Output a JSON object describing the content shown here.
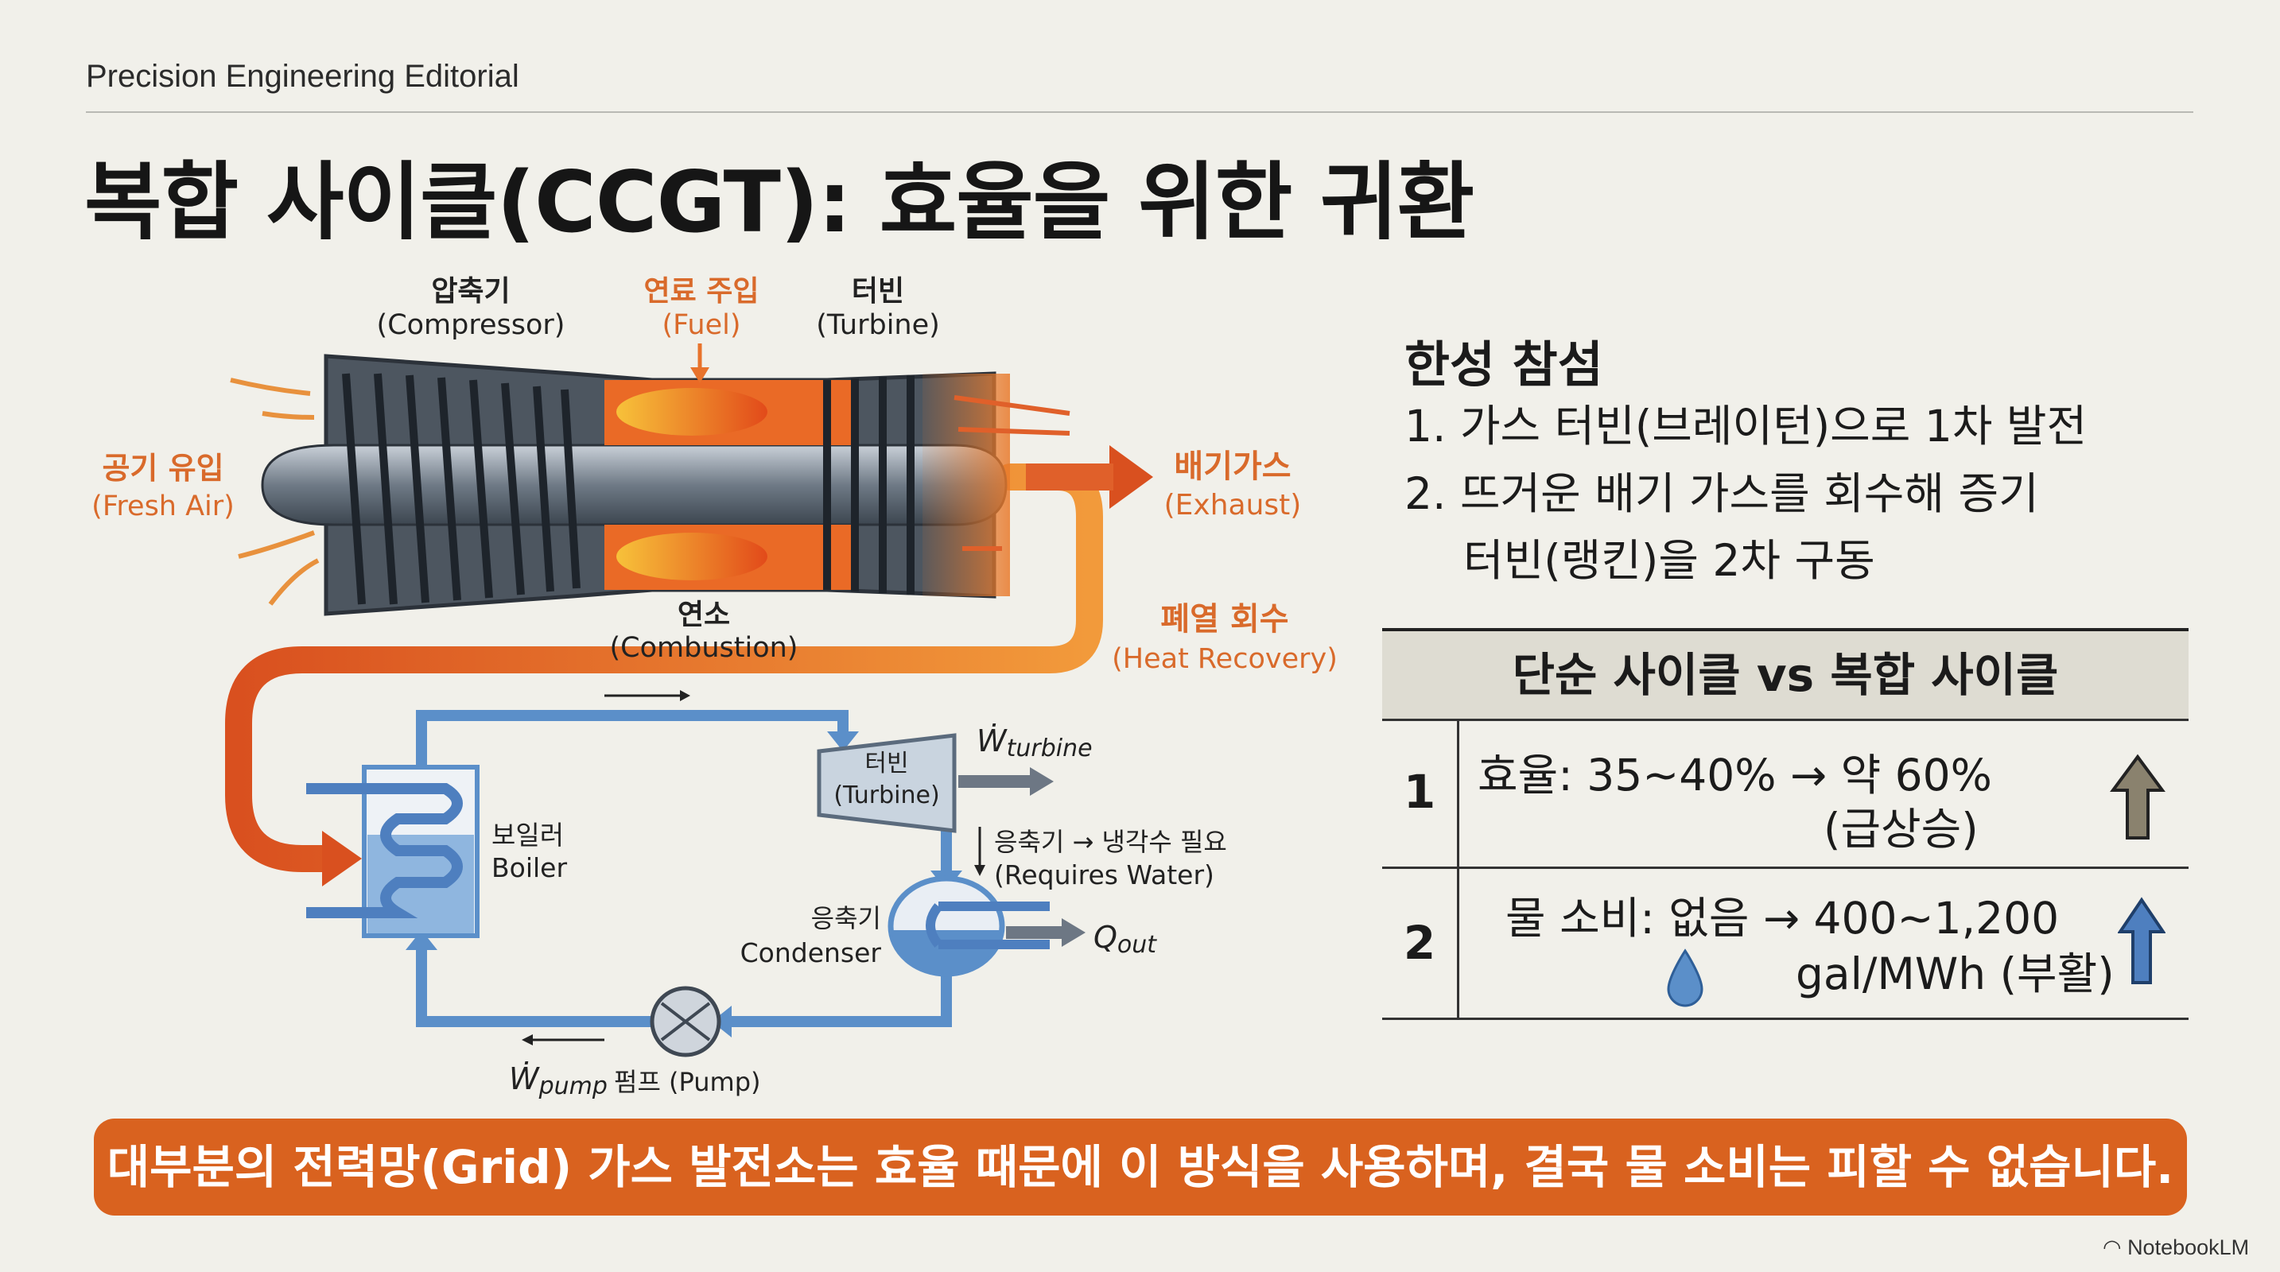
{
  "header": {
    "brand": "Precision Engineering Editorial",
    "title": "복합 사이클(CCGT): 효율을 위한 귀환"
  },
  "diagram": {
    "compressor_ko": "압축기",
    "compressor_en": "(Compressor)",
    "fuel_ko": "연료 주입",
    "fuel_en": "(Fuel)",
    "turbine_ko": "터빈",
    "turbine_en": "(Turbine)",
    "air_ko": "공기 유입",
    "air_en": "(Fresh Air)",
    "exhaust_ko": "배기가스",
    "exhaust_en": "(Exhaust)",
    "combustion_ko": "연소",
    "combustion_en": "(Combustion)",
    "recovery_ko": "폐열 회수",
    "recovery_en": "(Heat Recovery)",
    "boiler_ko": "보일러",
    "boiler_en": "Boiler",
    "steam_turbine_ko": "터빈",
    "steam_turbine_en": "(Turbine)",
    "w_turbine": "turbine",
    "condenser_ko": "응축기",
    "condenser_en": "Condenser",
    "cooling_note_ko": "응축기 → 냉각수 필요",
    "cooling_note_en": "(Requires Water)",
    "q_out": "out",
    "w_pump": "pump",
    "pump_label": "펌프 (Pump)"
  },
  "notes": {
    "title": "한성 참섬",
    "item1": "1.  가스 터빈(브레이턴)으로 1차 발전",
    "item2a": "2.  뜨거운 배기 가스를 회수해 증기",
    "item2b": "터빈(랭킨)을 2차 구동"
  },
  "table": {
    "header": "단순 사이클 vs 복합 사이클",
    "rows": [
      {
        "num": "1",
        "line1": "효율: 35~40% → 약 60%",
        "line2": "(급상승)",
        "icon": "up-arrow-icon"
      },
      {
        "num": "2",
        "line1": "물 소비: 없음 → 400~1,200",
        "line2": "gal/MWh (부활)",
        "icon": "up-arrow-icon"
      }
    ]
  },
  "banner": "대부분의 전력망(Grid) 가스 발전소는 효율 때문에 이 방식을 사용하며, 결국 물 소비는 피할 수 없습니다.",
  "logo": "NotebookLM",
  "colors": {
    "accent": "#d9621f",
    "water": "#5b8fc9",
    "exhaust": "#e8732c"
  }
}
